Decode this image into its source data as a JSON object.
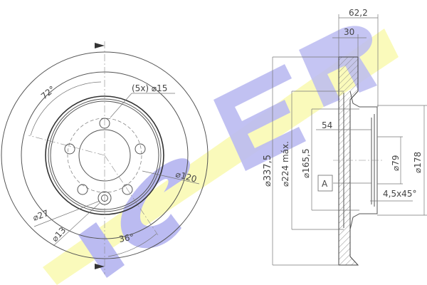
{
  "logo": {
    "text": "ICER",
    "band_color": "#fafab4",
    "letter_color": "#b4b4f0"
  },
  "front_view": {
    "angle_top": "72°",
    "bolt_holes": "(5x) ⌀15",
    "bolt_circle": "⌀120",
    "pilot_outer": "⌀27",
    "pilot_inner": "⌀13",
    "angle_bottom": "36°"
  },
  "section_view": {
    "overall_height": "62,2",
    "thickness": "30",
    "outer_diameter": "⌀337,5",
    "max_diameter": "⌀224 máx.",
    "diameter_165": "⌀165,5",
    "depth": "54",
    "datum": "A",
    "center_bore": "⌀79",
    "hat_diameter": "⌀178",
    "chamfer": "4,5x45°"
  }
}
